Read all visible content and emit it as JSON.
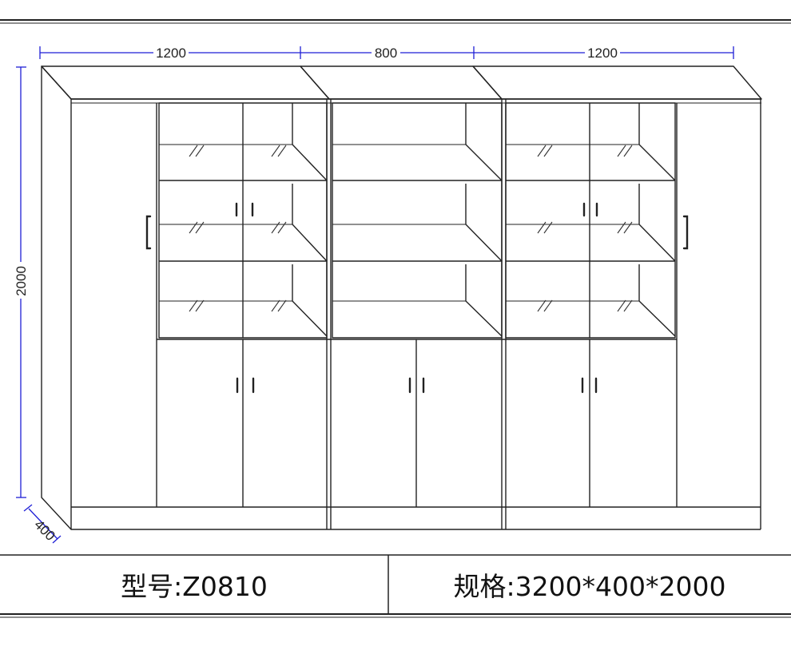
{
  "dimensions": {
    "width_left": "1200",
    "width_middle": "800",
    "width_right": "1200",
    "height": "2000",
    "depth": "400"
  },
  "info": {
    "model_label": "型号:Z0810",
    "spec_label": "规格:3200*400*2000"
  },
  "colors": {
    "line": "#222222",
    "dimension": "#1f1fd6",
    "glass_mark": "#333333"
  }
}
